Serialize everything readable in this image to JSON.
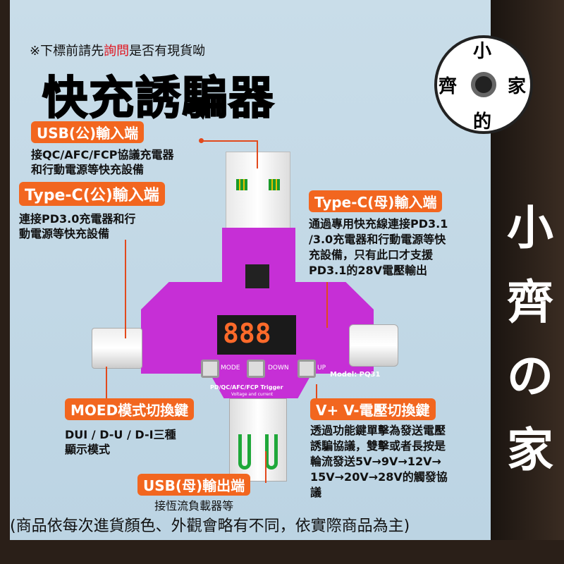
{
  "notice": {
    "prefix": "※下標前請先",
    "highlight": "詢問",
    "suffix": "是否有現貨呦"
  },
  "title": "快充誘騙器",
  "callouts": {
    "usb_male": {
      "tag": "USB(公)輸入端",
      "lines": [
        "接QC/AFC/FCP協議充電器",
        "和行動電源等快充設備"
      ]
    },
    "typec_male": {
      "tag": "Type-C(公)輸入端",
      "lines": [
        "連接PD3.0充電器和行",
        "動電源等快充設備"
      ]
    },
    "typec_female": {
      "tag": "Type-C(母)輸入端",
      "lines": [
        "通過專用快充線連接PD3.1",
        "/3.0充電器和行動電源等快",
        "充設備，只有此口才支援",
        "PD3.1的28V電壓輸出"
      ]
    },
    "mode_key": {
      "tag": "MOED模式切換鍵",
      "lines": [
        "DUI / D-U / D-I三種",
        "顯示模式"
      ]
    },
    "voltage_key": {
      "tag": "V+ V-電壓切換鍵",
      "lines": [
        "透過功能鍵單擊為發送電壓",
        "誘騙協議，雙擊或者長按是",
        "輪流發送5V→9V→12V→",
        "15V→20V→28V的觸發協",
        "議"
      ]
    },
    "usb_female": {
      "tag": "USB(母)輸出端",
      "lines": [
        "接恆流負載器等"
      ]
    }
  },
  "device": {
    "display": "888",
    "btn_mode": "MODE",
    "btn_down": "DOWN",
    "btn_up": "UP",
    "model": "Model: PQ31",
    "silk1": "PD/QC/AFC/FCP Trigger",
    "silk2": "Voltage and current"
  },
  "footer": "(商品依每次進貨顏色、外觀會略有不同，依實際商品為主)",
  "brand": {
    "logo_chars": [
      "小",
      "齊",
      "家",
      "的"
    ],
    "side_chars": [
      "小",
      "齊",
      "の",
      "家"
    ]
  },
  "colors": {
    "tag": "#f2661f",
    "pcb": "#c62fd6",
    "panel": "#c9dde9",
    "frame": "#2a1f18"
  }
}
